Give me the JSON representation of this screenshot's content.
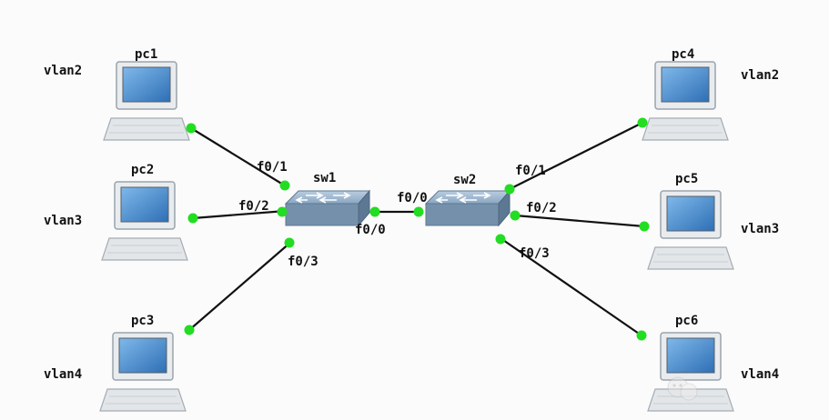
{
  "diagram": {
    "switches": [
      {
        "id": "sw1",
        "label": "sw1"
      },
      {
        "id": "sw2",
        "label": "sw2"
      }
    ],
    "pcs": [
      {
        "id": "pc1",
        "label": "pc1",
        "vlan": "vlan2"
      },
      {
        "id": "pc2",
        "label": "pc2",
        "vlan": "vlan3"
      },
      {
        "id": "pc3",
        "label": "pc3",
        "vlan": "vlan4"
      },
      {
        "id": "pc4",
        "label": "pc4",
        "vlan": "vlan2"
      },
      {
        "id": "pc5",
        "label": "pc5",
        "vlan": "vlan3"
      },
      {
        "id": "pc6",
        "label": "pc6",
        "vlan": "vlan4"
      }
    ],
    "links": [
      {
        "from": "pc1",
        "to": "sw1",
        "port": "f0/1"
      },
      {
        "from": "pc2",
        "to": "sw1",
        "port": "f0/2"
      },
      {
        "from": "pc3",
        "to": "sw1",
        "port": "f0/3"
      },
      {
        "from": "sw1",
        "to": "sw2",
        "port_a": "f0/0",
        "port_b": "f0/0"
      },
      {
        "from": "sw2",
        "to": "pc4",
        "port": "f0/1"
      },
      {
        "from": "sw2",
        "to": "pc5",
        "port": "f0/2"
      },
      {
        "from": "sw2",
        "to": "pc6",
        "port": "f0/3"
      }
    ],
    "colors": {
      "link": "#111111",
      "port_dot": "#22dd22",
      "switch_top": "#9fb8cf",
      "switch_side": "#6f8aa4",
      "screen": "#4a8fd0"
    }
  }
}
